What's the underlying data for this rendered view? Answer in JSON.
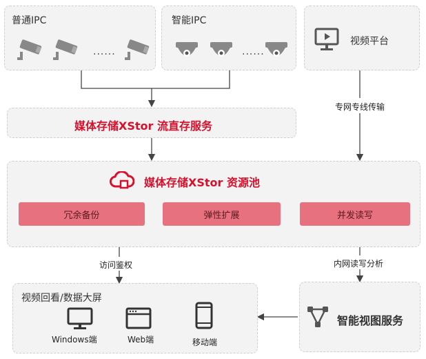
{
  "ipc_normal": {
    "title": "普通IPC",
    "dots": "......"
  },
  "ipc_smart": {
    "title": "智能IPC",
    "dots": "......"
  },
  "video_platform": {
    "title": "视频平台"
  },
  "stream_service": {
    "title": "媒体存储XStor 流直存服务"
  },
  "resource_pool": {
    "title": "媒体存储XStor 资源池",
    "features": [
      "冗余备份",
      "弹性扩展",
      "并发读写"
    ]
  },
  "edge_labels": {
    "dedicated_line": "专网专线传输",
    "access_auth": "访问鉴权",
    "intranet_rw": "内网读写分析"
  },
  "playback": {
    "title": "视频回看/数据大屏",
    "clients": [
      "Windows端",
      "Web端",
      "移动端"
    ]
  },
  "smart_view": {
    "title": "智能视图服务"
  },
  "colors": {
    "accent": "#d7112b",
    "pill": "#e8717f",
    "panel": "#f3f3f3"
  }
}
